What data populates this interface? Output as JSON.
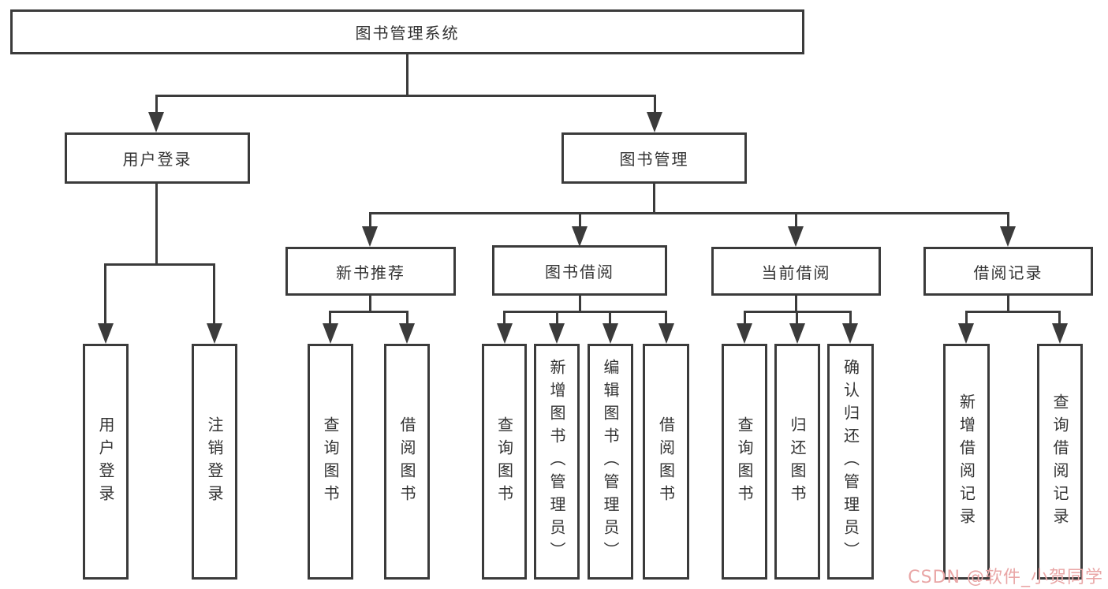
{
  "diagram_type": "hierarchy-tree",
  "tree": {
    "label": "图书管理系统",
    "children": [
      {
        "label": "用户登录",
        "children": [
          {
            "label": "用户登录"
          },
          {
            "label": "注销登录"
          }
        ]
      },
      {
        "label": "图书管理",
        "children": [
          {
            "label": "新书推荐",
            "children": [
              {
                "label": "查询图书"
              },
              {
                "label": "借阅图书"
              }
            ]
          },
          {
            "label": "图书借阅",
            "children": [
              {
                "label": "查询图书"
              },
              {
                "label": "新增图书（管理员）"
              },
              {
                "label": "编辑图书（管理员）"
              },
              {
                "label": "借阅图书"
              }
            ]
          },
          {
            "label": "当前借阅",
            "children": [
              {
                "label": "查询图书"
              },
              {
                "label": "归还图书"
              },
              {
                "label": "确认归还（管理员）"
              }
            ]
          },
          {
            "label": "借阅记录",
            "children": [
              {
                "label": "新增借阅记录"
              },
              {
                "label": "查询借阅记录"
              }
            ]
          }
        ]
      }
    ]
  },
  "watermark": {
    "text": "CSDN @软件_小贺同学"
  },
  "colors": {
    "line": "#3b3b3b",
    "text": "#333333",
    "background": "#ffffff",
    "watermark": "#e9a6a6"
  }
}
